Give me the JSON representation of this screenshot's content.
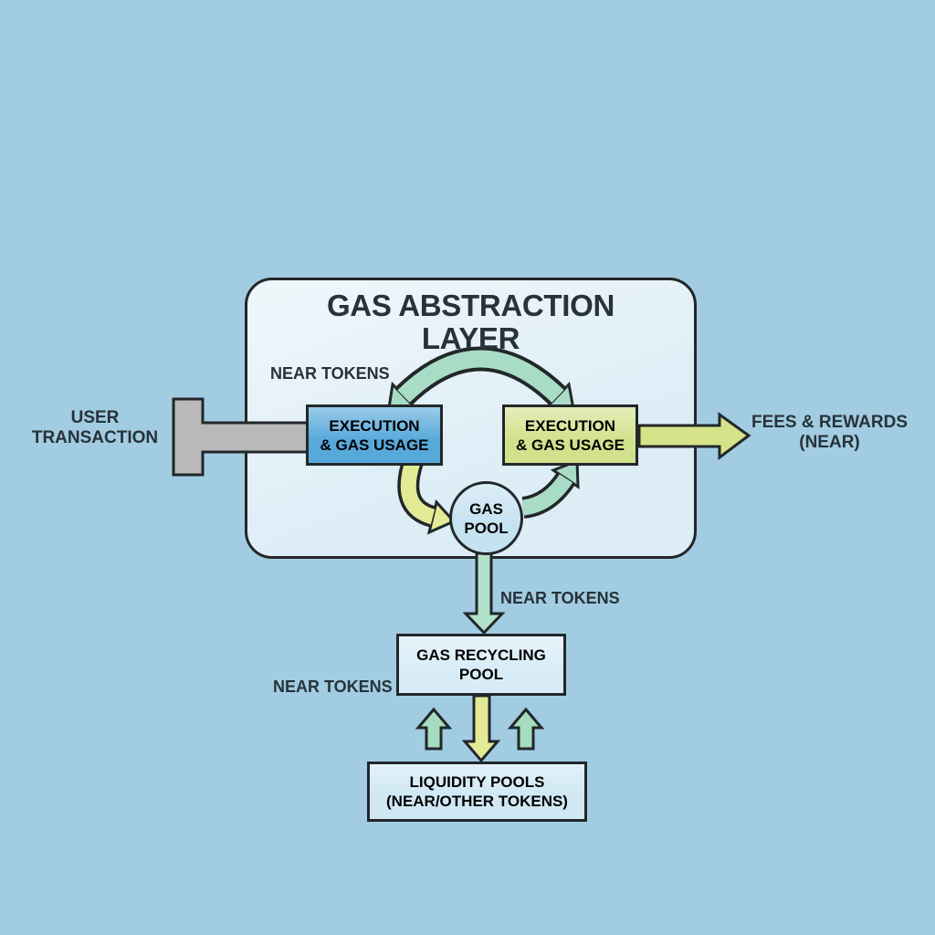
{
  "diagram": {
    "title": {
      "line1": "GAS ABSTRACTION",
      "line2": "LAYER"
    },
    "labels": {
      "near_tokens_top": "NEAR TOKENS",
      "near_tokens_mid": "NEAR TOKENS",
      "near_tokens_bottom_left": "NEAR TOKENS",
      "user_transaction": {
        "line1": "USER",
        "line2": "TRANSACTION"
      },
      "fees_rewards": {
        "line1": "FEES & REWARDS",
        "line2": "(NEAR)"
      }
    },
    "nodes": {
      "execution_left": {
        "line1": "EXECUTION",
        "line2": "& GAS USAGE"
      },
      "execution_right": {
        "line1": "EXECUTION",
        "line2": "& GAS USAGE"
      },
      "gas_pool": {
        "line1": "GAS",
        "line2": "POOL"
      },
      "gas_recycling": {
        "line1": "GAS RECYCLING",
        "line2": "POOL"
      },
      "liquidity_pools": {
        "line1": "LIQUIDITY POOLS",
        "line2": "(NEAR/OTHER TOKENS)"
      }
    },
    "colors": {
      "background": "#a2cce1",
      "container_fill": "#dcedf6",
      "execution_left_fill": "#57a9da",
      "execution_right_fill": "#d2e18c",
      "gas_pool_fill": "#c5e2f1",
      "gas_recycling_fill": "#d8ecf7",
      "liquidity_fill": "#cfe8f4",
      "arrow_teal": "#a8dcc6",
      "arrow_green": "#a5dcbf",
      "arrow_mint": "#b2e1ca",
      "arrow_yellow": "#d5e389",
      "arrow_yellow_light": "#e2ea96",
      "connector_gray": "#b9b9b9",
      "outline": "#22272a",
      "text_dark": "#273239"
    }
  }
}
